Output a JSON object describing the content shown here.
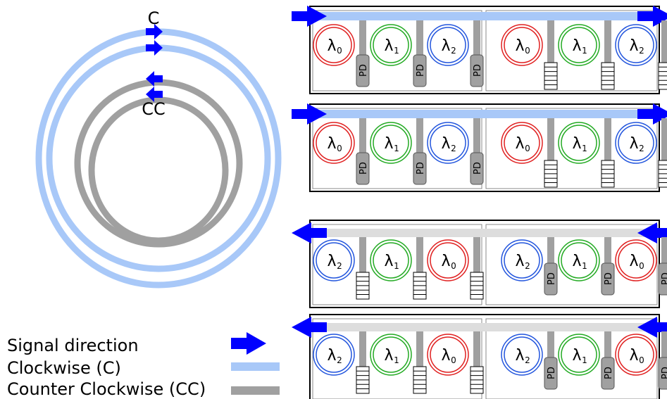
{
  "ring_labels": {
    "clockwise": "C",
    "counter_clockwise": "CC"
  },
  "legend": [
    {
      "label": "Signal direction",
      "icon": "arrow-icon",
      "color": "#0000ff"
    },
    {
      "label": "Clockwise (C)",
      "icon": "light-blue-bar",
      "color": "#a8c8f8"
    },
    {
      "label": "Counter Clockwise (CC)",
      "icon": "gray-bar",
      "color": "#a0a0a0"
    }
  ],
  "colors": {
    "signal_arrow": "#0000ff",
    "clockwise_ring": "#a8c8f8",
    "counter_clockwise_ring": "#a0a0a0",
    "lambda0": "#e02020",
    "lambda1": "#22aa22",
    "lambda2": "#2255dd"
  },
  "ring_sym": "λ",
  "pd_label": "PD",
  "panels": [
    {
      "direction": "right",
      "bus": "clockwise",
      "halves": [
        {
          "rings": [
            "0",
            "1",
            "2"
          ],
          "detector": "PD"
        },
        {
          "rings": [
            "0",
            "1",
            "2"
          ],
          "detector": "ladder"
        }
      ]
    },
    {
      "direction": "right",
      "bus": "clockwise",
      "halves": [
        {
          "rings": [
            "0",
            "1",
            "2"
          ],
          "detector": "PD"
        },
        {
          "rings": [
            "0",
            "1",
            "2"
          ],
          "detector": "ladder"
        }
      ]
    },
    {
      "direction": "left",
      "bus": "counter_clockwise",
      "halves": [
        {
          "rings": [
            "2",
            "1",
            "0"
          ],
          "detector": "ladder"
        },
        {
          "rings": [
            "2",
            "1",
            "0"
          ],
          "detector": "PD"
        }
      ]
    },
    {
      "direction": "left",
      "bus": "counter_clockwise",
      "halves": [
        {
          "rings": [
            "2",
            "1",
            "0"
          ],
          "detector": "ladder"
        },
        {
          "rings": [
            "2",
            "1",
            "0"
          ],
          "detector": "PD"
        }
      ]
    }
  ]
}
